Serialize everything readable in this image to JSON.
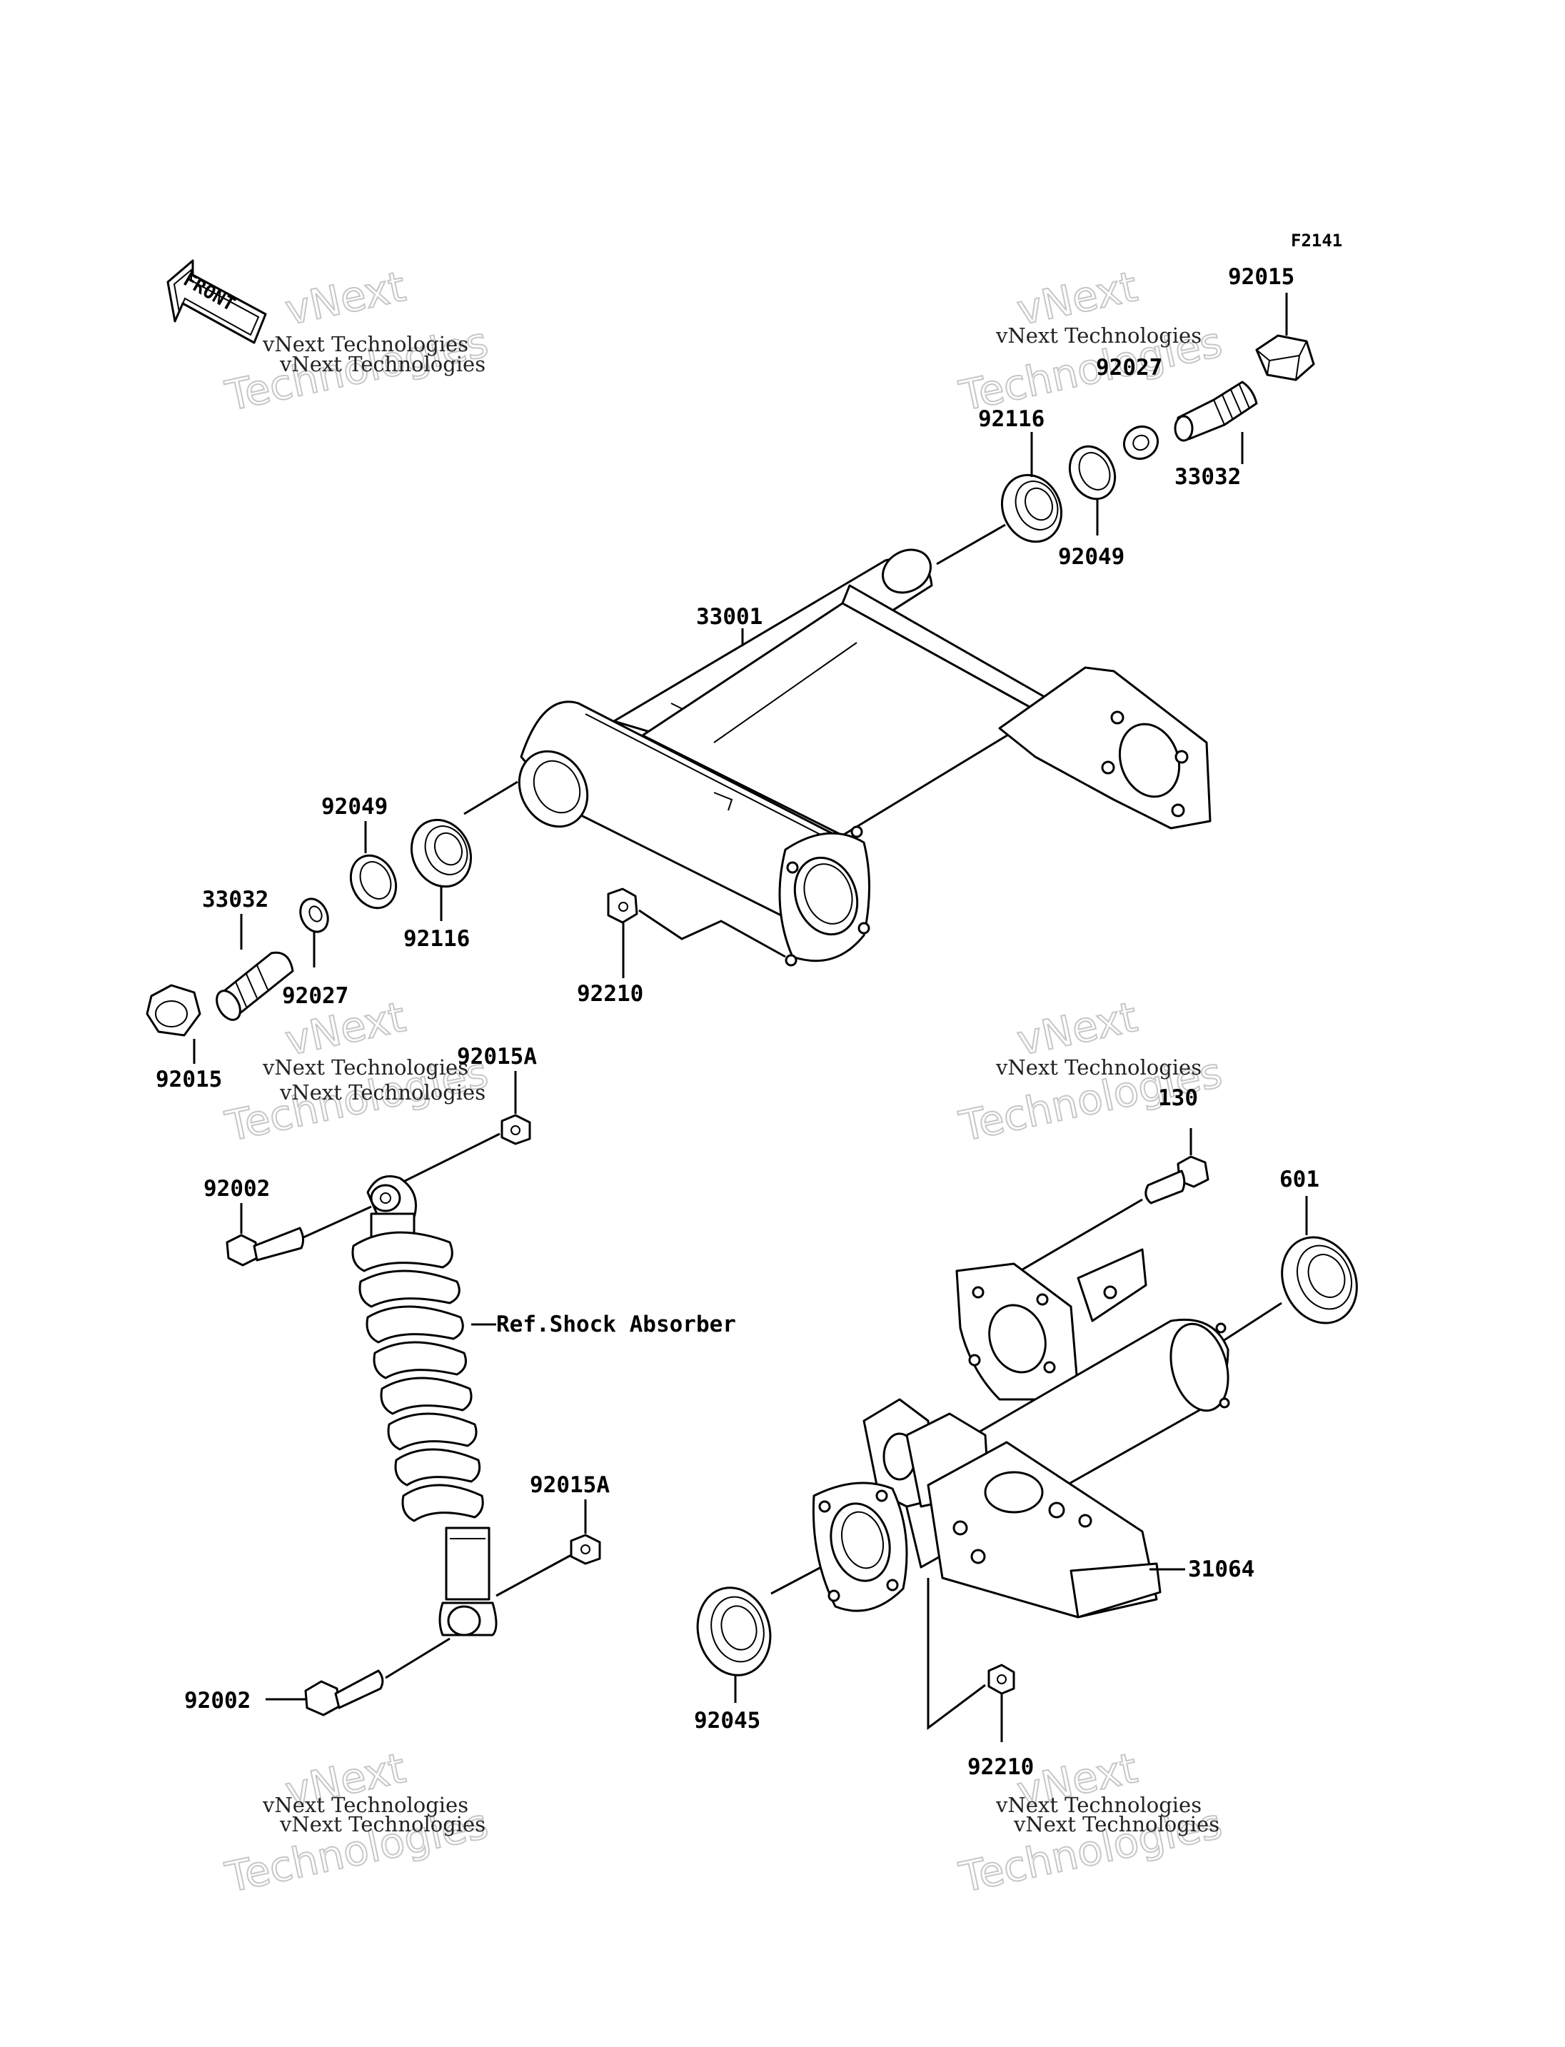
{
  "diagram": {
    "figure_code": "F2141",
    "front_marker": "FRONT",
    "watermark": {
      "line": "vNext Technologies",
      "upper": "vNext",
      "lower": "Technologies"
    },
    "reference_label": "Ref.Shock Absorber",
    "parts": {
      "nut_top": "92015",
      "washer_top": "92027",
      "bearing_top": "92116",
      "pivot_top": "33032",
      "seal_top": "92049",
      "swingarm": "33001",
      "seal_left": "92049",
      "pivot_left": "33032",
      "bearing_left": "92116",
      "washer_left": "92027",
      "nut_left": "92015",
      "nut_swingarm": "92210",
      "nut_shock_top": "92015A",
      "bolt_shock_top": "92002",
      "nut_shock_bottom": "92015A",
      "bolt_shock_bottom": "92002",
      "bolt_hub": "130",
      "bearing_hub_right": "601",
      "hub": "31064",
      "bearing_hub_left": "92045",
      "nut_hub": "92210"
    }
  }
}
